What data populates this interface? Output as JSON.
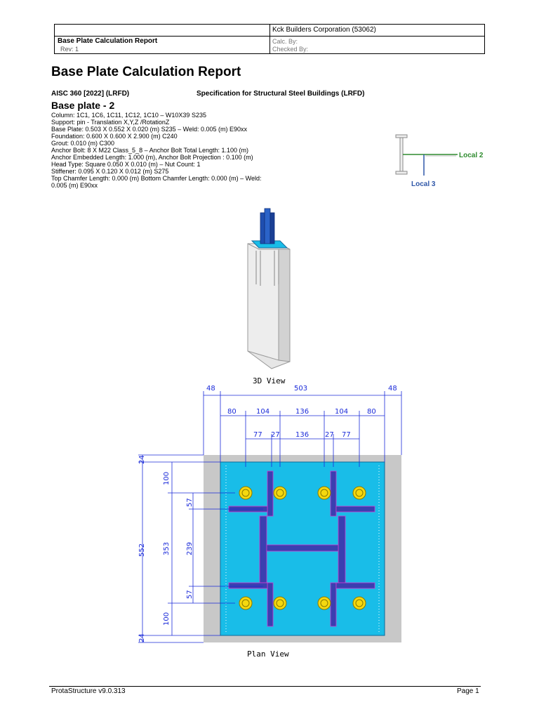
{
  "header": {
    "company": "Kck Builders Corporation (53062)",
    "report_title": "Base Plate Calculation Report",
    "rev": "Rev: 1",
    "calc_by": "Calc. By:",
    "checked_by": "Checked By:"
  },
  "main": {
    "title": "Base Plate Calculation Report",
    "spec_code": "AISC 360 [2022] (LRFD)",
    "spec_name": "Specification for Structural Steel Buildings (LRFD)",
    "base_plate_title": "Base plate - 2",
    "details": [
      "Column: 1C1, 1C6, 1C11, 1C12, 1C10 – W10X39 S235",
      "Support: pin - Translation X,Y,Z /RotationZ",
      "Base Plate: 0.503 X 0.552 X 0.020 (m) S235 – Weld: 0.005 (m) E90xx",
      "Foundation: 0.600 X 0.600 X 2.900 (m) C240",
      "Grout: 0.010 (m) C300",
      "Anchor Bolt: 8 X M22 Class_5_8 – Anchor Bolt Total Length: 1.100 (m)",
      "Anchor Embedded Length: 1.000 (m), Anchor Bolt Projection : 0.100 (m)",
      "Head Type: Square 0.050 X 0.010 (m) – Nut Count: 1",
      "Stiffener: 0.095 X 0.120 X 0.012 (m) S275",
      "Top Chamfer Length: 0.000 (m) Bottom Chamfer Length: 0.000 (m) – Weld: 0.005 (m) E90xx"
    ]
  },
  "axis_labels": {
    "local2": "Local 2",
    "local3": "Local 3"
  },
  "views": {
    "view3d": "3D View",
    "plan": "Plan View"
  },
  "dims": {
    "top_outer": [
      "48",
      "503",
      "48"
    ],
    "top_row2": [
      "80",
      "104",
      "136",
      "104",
      "80"
    ],
    "top_row3": [
      "77",
      "27",
      "136",
      "27",
      "77"
    ],
    "left_outer": [
      "24",
      "552",
      "24"
    ],
    "left_row2": [
      "100",
      "353",
      "100"
    ],
    "left_row3": [
      "57",
      "239",
      "57"
    ]
  },
  "colors": {
    "plate": "#19bde8",
    "steel": "#3b3fb0",
    "bolt": "#f4d80f",
    "dim": "#1a2ad9",
    "concrete": "#c8c8c8",
    "local2": "#2e8b2e",
    "local3": "#2f57a8"
  },
  "footer": {
    "software": "ProtaStructure v9.0.313",
    "page": "Page 1"
  }
}
